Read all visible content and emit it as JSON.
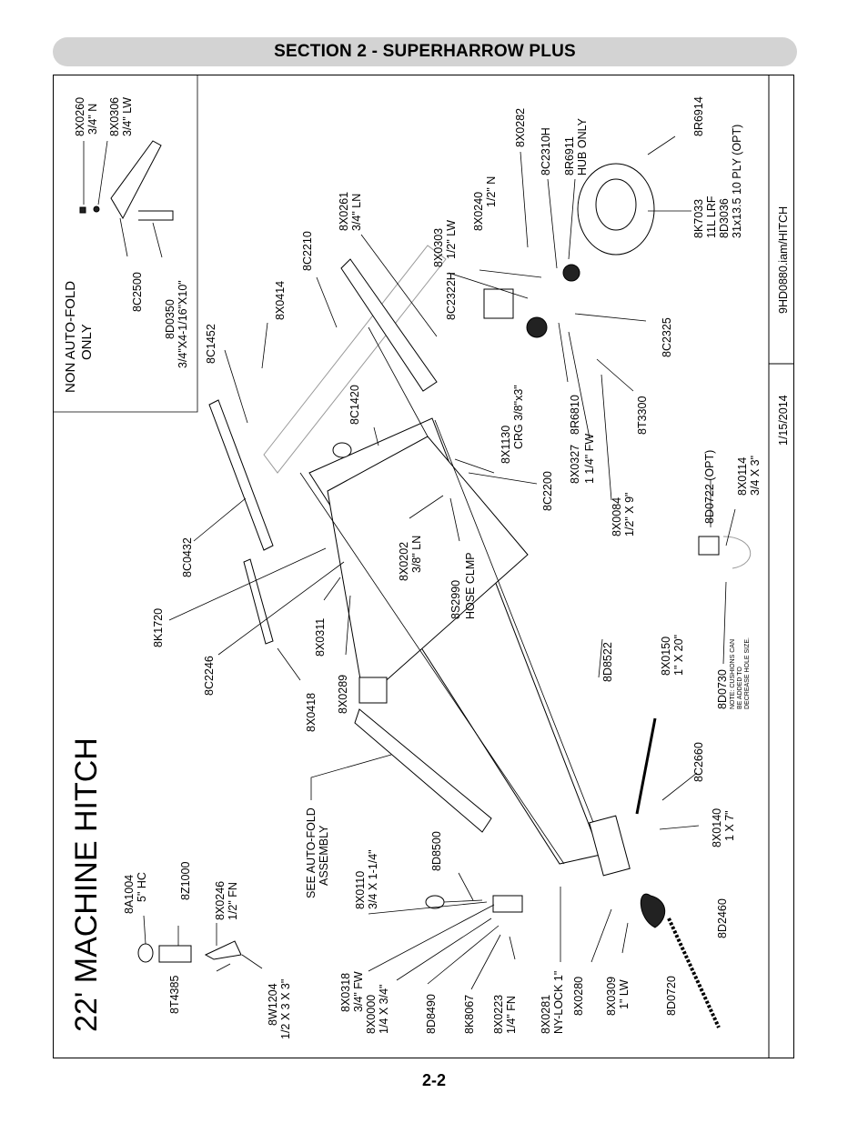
{
  "header": {
    "title": "SECTION 2 - SUPERHARROW PLUS"
  },
  "footer": {
    "page": "2-2"
  },
  "diagram": {
    "title": "22' MACHINE HITCH",
    "side_strip": {
      "file": "9HD0880.iam/HITCH",
      "date": "1/15/2014"
    },
    "inset": {
      "title_line1": "NON AUTO-FOLD",
      "title_line2": "ONLY",
      "parts": [
        {
          "num": "8X0260",
          "desc": "3/4\" N"
        },
        {
          "num": "8X0306",
          "desc": "3/4\" LW"
        },
        {
          "num": "8C2500",
          "desc": ""
        },
        {
          "num": "8D0350",
          "desc": "3/4\"X4-1/16\"X10\""
        }
      ]
    },
    "callouts": {
      "c8X0282": {
        "num": "8X0282"
      },
      "c8C2310H": {
        "num": "8C2310H"
      },
      "c8R6911": {
        "num": "8R6911",
        "desc": "HUB ONLY"
      },
      "c8R6914": {
        "num": "8R6914",
        "desc": ""
      },
      "c8K7033": {
        "num": "8K7033",
        "d1": "11L LRF",
        "d2": "8D3036",
        "d3": "31x13.5 10 PLY (OPT)"
      },
      "c8X0240": {
        "num": "8X0240",
        "desc": "1/2\" N"
      },
      "c8X0303": {
        "num": "8X0303",
        "desc": "1/2\" LW"
      },
      "c8C2322H": {
        "num": "8C2322H"
      },
      "c8X0261": {
        "num": "8X0261",
        "desc": "3/4\" LN"
      },
      "c8C2210": {
        "num": "8C2210"
      },
      "c8X0414": {
        "num": "8X0414"
      },
      "c8C1452": {
        "num": "8C1452"
      },
      "c8C1420": {
        "num": "8C1420"
      },
      "c8X1130": {
        "num": "8X1130",
        "desc": "CRG 3/8\"x3\""
      },
      "c8C2325": {
        "num": "8C2325"
      },
      "c8R6810": {
        "num": "8R6810"
      },
      "c8X0327": {
        "num": "8X0327",
        "desc": "1 1/4\" FW"
      },
      "c8T3300": {
        "num": "8T3300"
      },
      "c8C2200": {
        "num": "8C2200"
      },
      "c8X0202": {
        "num": "8X0202",
        "desc": "3/8\" LN"
      },
      "c8S2990": {
        "num": "8S2990",
        "desc": "HOSE CLMP"
      },
      "c8X0084": {
        "num": "8X0084",
        "desc": "1/2\" X 9\""
      },
      "c8D0722": {
        "num": "8D0722 (OPT)"
      },
      "c8X0114": {
        "num": "8X0114",
        "desc": "3/4 X 3\""
      },
      "c8C0432": {
        "num": "8C0432"
      },
      "c8K1720": {
        "num": "8K1720"
      },
      "c8C2246": {
        "num": "8C2246"
      },
      "c8X0311": {
        "num": "8X0311"
      },
      "c8X0418": {
        "num": "8X0418"
      },
      "c8X0289": {
        "num": "8X0289"
      },
      "c8D8522": {
        "num": "8D8522"
      },
      "c8X0150": {
        "num": "8X0150",
        "desc": "1\" X 20\""
      },
      "c8D0730": {
        "num": "8D0730",
        "note1": "NOTE: CUSHIONS CAN",
        "note2": "BE ADDED TO",
        "note3": "DECREASE HOLE SIZE."
      },
      "c8C2660": {
        "num": "8C2660"
      },
      "c8X0140": {
        "num": "8X0140",
        "desc": "1 X 7\""
      },
      "cAutoFold": {
        "line1": "SEE AUTO-FOLD",
        "line2": "ASSEMBLY"
      },
      "c8A1004": {
        "num": "8A1004",
        "desc": "5\" HC"
      },
      "c8Z1000": {
        "num": "8Z1000"
      },
      "c8X0246": {
        "num": "8X0246",
        "desc": "1/2\" FN"
      },
      "c8D8500": {
        "num": "8D8500"
      },
      "c8X0110": {
        "num": "8X0110",
        "desc": "3/4 X 1-1/4\""
      },
      "c8T4385": {
        "num": "8T4385"
      },
      "c8W1204": {
        "num": "8W1204",
        "desc": "1/2 X 3 X 3\""
      },
      "c8X0318": {
        "num": "8X0318",
        "desc": "3/4\" FW"
      },
      "c8X0000": {
        "num": "8X0000",
        "desc": "1/4 X 3/4\""
      },
      "c8D8490": {
        "num": "8D8490"
      },
      "c8K8067": {
        "num": "8K8067"
      },
      "c8X0223": {
        "num": "8X0223",
        "desc": "1/4\" FN"
      },
      "c8X0281": {
        "num": "8X0281",
        "desc": "NY-LOCK 1\""
      },
      "c8X0280": {
        "num": "8X0280"
      },
      "c8X0309": {
        "num": "8X0309",
        "desc": "1\" LW"
      },
      "c8D0720": {
        "num": "8D0720"
      },
      "c8D2460": {
        "num": "8D2460"
      }
    }
  }
}
